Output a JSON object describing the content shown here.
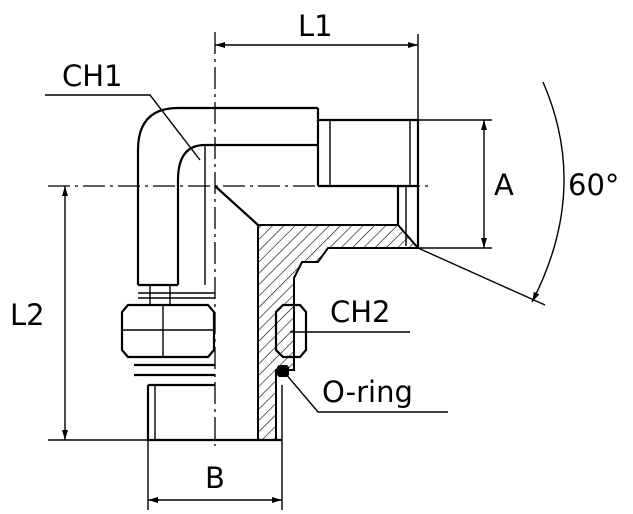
{
  "labels": {
    "l1": "L1",
    "l2": "L2",
    "ch1": "CH1",
    "ch2": "CH2",
    "a": "A",
    "b": "B",
    "angle": "60°",
    "oring": "O-ring"
  }
}
